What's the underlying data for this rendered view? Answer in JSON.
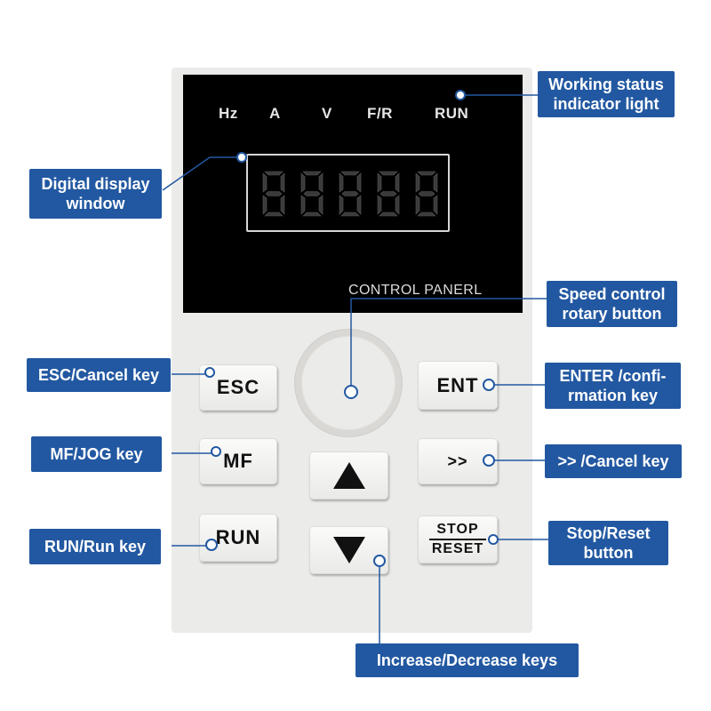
{
  "indicators": [
    "Hz",
    "A",
    "V",
    "F/R",
    "RUN"
  ],
  "display": {
    "digits": "88888",
    "panel_label": "CONTROL PANERL"
  },
  "keys": {
    "esc": "ESC",
    "ent": "ENT",
    "mf": "MF",
    "shift": ">>",
    "run": "RUN",
    "stop": "STOP",
    "reset": "RESET",
    "up_icon": "up-triangle-icon",
    "down_icon": "down-triangle-icon"
  },
  "callouts": {
    "working_status": [
      "Working status",
      "indicator light"
    ],
    "digital_display": [
      "Digital display",
      "window"
    ],
    "speed_control": [
      "Speed control",
      "rotary button"
    ],
    "esc_cancel": [
      "ESC/Cancel key"
    ],
    "enter_confirm": [
      "ENTER /confi-",
      "rmation key"
    ],
    "mf_jog": [
      "MF/JOG key"
    ],
    "shift_cancel": [
      ">> /Cancel key"
    ],
    "run_key": [
      "RUN/Run key"
    ],
    "stop_reset": [
      "Stop/Reset",
      "button"
    ],
    "increase_decrease": [
      "Increase/Decrease keys"
    ]
  },
  "colors": {
    "callout_bg": "#2258a1",
    "leader_line": "#2258a1",
    "screen_bg": "#000000",
    "panel_bg": "#ebebea"
  }
}
